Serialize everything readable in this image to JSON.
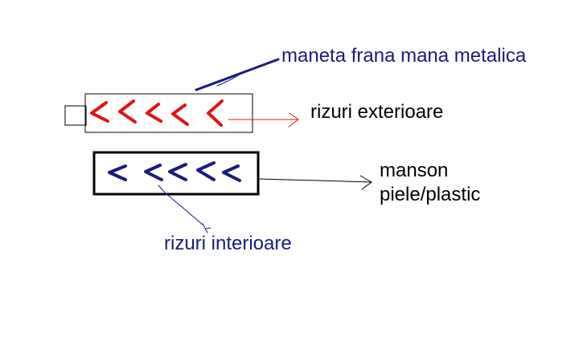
{
  "labels": {
    "handle": "maneta frana mana metalica",
    "exterior_grooves": "rizuri exterioare",
    "sleeve_line1": "manson",
    "sleeve_line2": "piele/plastic",
    "interior_grooves": "rizuri interioare"
  },
  "colors": {
    "handle_label": "#1a1a80",
    "exterior_label": "#000000",
    "sleeve_label": "#000000",
    "interior_label": "#1a1a80",
    "exterior_grooves": "#e01414",
    "interior_grooves": "#1a1a80",
    "handle_pointer": "#1a1a80",
    "exterior_pointer": "#e01414",
    "sleeve_pointer": "#000000",
    "interior_pointer": "#1a1a80",
    "outline": "#000000"
  },
  "groove_counts": {
    "exterior": 5,
    "interior": 5
  }
}
